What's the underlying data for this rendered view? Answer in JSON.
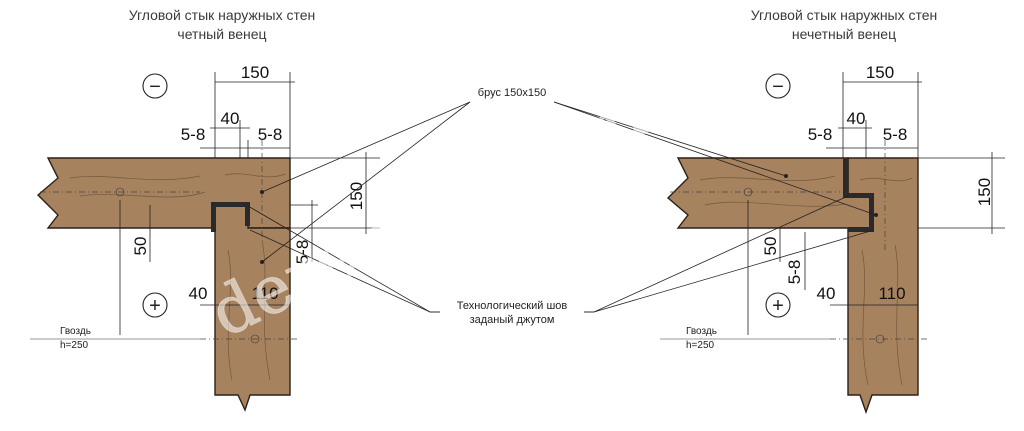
{
  "left": {
    "title_line1": "Угловой стык наружных стен",
    "title_line2": "четный венец",
    "dims": {
      "width_150": "150",
      "d40_top": "40",
      "d58_left": "5-8",
      "d58_right": "5-8",
      "d150_vertical": "150",
      "d50": "50",
      "d58_side": "5-8",
      "d40_bottom": "40",
      "d110": "110"
    },
    "nail_line1": "Гвоздь",
    "nail_line2": "h=250",
    "minus": "−",
    "plus": "+"
  },
  "right": {
    "title_line1": "Угловой стык наружных стен",
    "title_line2": "нечетный венец",
    "dims": {
      "width_150": "150",
      "d40_top": "40",
      "d58_left": "5-8",
      "d58_right": "5-8",
      "d150_vertical": "150",
      "d50": "50",
      "d58_side": "5-8",
      "d40_bottom": "40",
      "d110": "110"
    },
    "nail_line1": "Гвоздь",
    "nail_line2": "h=250",
    "minus": "−",
    "plus": "+"
  },
  "center": {
    "beam_label": "брус 150х150",
    "seam_label_line1": "Технологический шов",
    "seam_label_line2": "заданый джутом"
  },
  "watermark": "derevosrub.ru",
  "colors": {
    "wood": "#a7825e",
    "outline": "#2b2118",
    "seam": "#2a2a2a"
  }
}
